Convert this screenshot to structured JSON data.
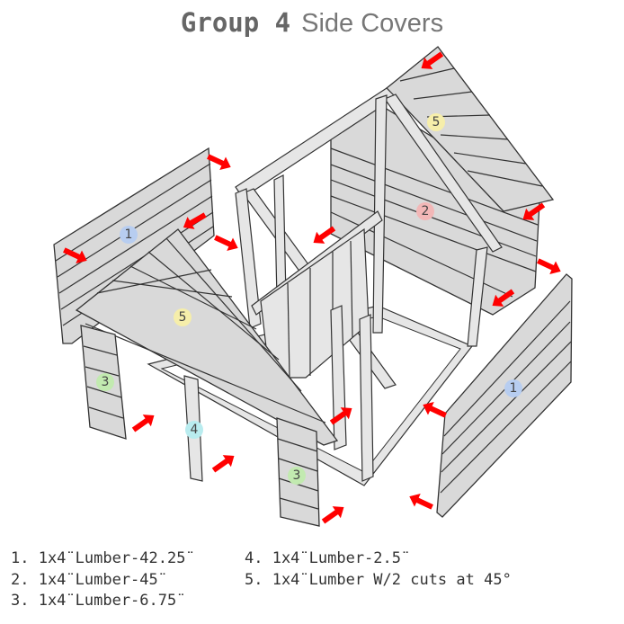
{
  "title": {
    "group": "Group 4",
    "subtitle": "Side Covers"
  },
  "legend": [
    "1. 1x4¨Lumber-42.25¨",
    "2. 1x4¨Lumber-45¨",
    "3. 1x4¨Lumber-6.75¨",
    "4. 1x4¨Lumber-2.5¨",
    "5. 1x4¨Lumber W/2 cuts at 45°"
  ],
  "part_labels": [
    {
      "num": "1",
      "color": "#b7cdf0"
    },
    {
      "num": "2",
      "color": "#f2b7b7"
    },
    {
      "num": "5",
      "color": "#f6eeaa"
    },
    {
      "num": "5",
      "color": "#f6eeaa"
    },
    {
      "num": "3",
      "color": "#c2eab0"
    },
    {
      "num": "4",
      "color": "#b9ecef"
    },
    {
      "num": "3",
      "color": "#c2eab0"
    },
    {
      "num": "1",
      "color": "#b7cdf0"
    }
  ],
  "arrow_color": "#ff0000"
}
